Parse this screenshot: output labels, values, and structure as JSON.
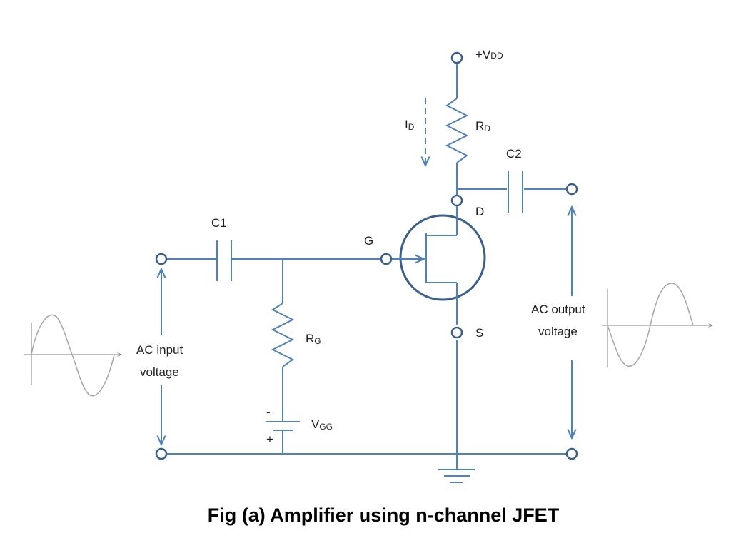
{
  "labels": {
    "vdd": {
      "main": "+V",
      "sub": "DD"
    },
    "rd": {
      "main": "R",
      "sub": "D"
    },
    "id": {
      "main": "I",
      "sub": "D"
    },
    "c2": "C2",
    "c1": "C1",
    "d": "D",
    "g": "G",
    "s": "S",
    "rg": {
      "main": "R",
      "sub": "G"
    },
    "vgg": {
      "main": "V",
      "sub": "GG"
    },
    "minus": "-",
    "plus": "+",
    "ac_input": [
      "AC input",
      "voltage"
    ],
    "ac_output": [
      "AC output",
      "voltage"
    ]
  },
  "caption": "Fig (a) Amplifier using n-channel JFET",
  "colors": {
    "wire": "#4f81bd",
    "terminal": "#3a5f8f",
    "wave": "#a6a6a6"
  }
}
